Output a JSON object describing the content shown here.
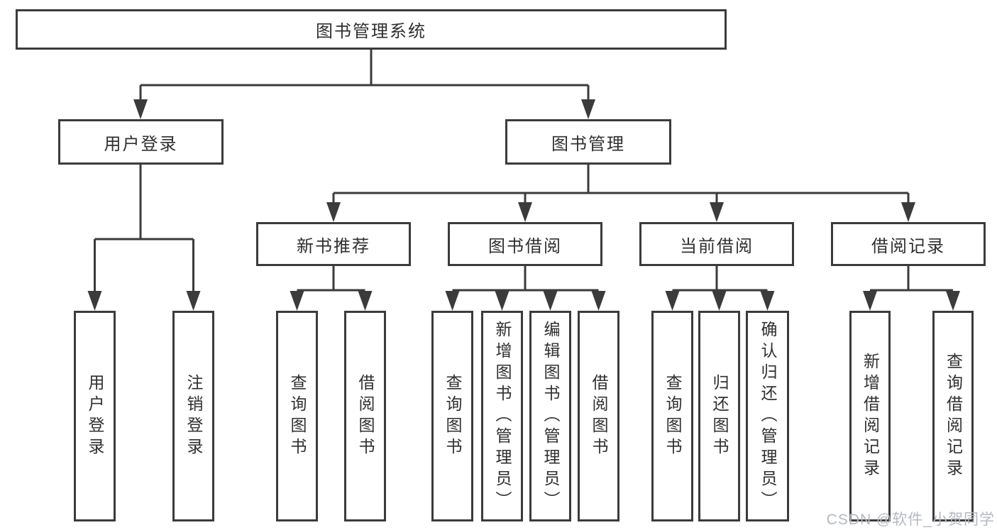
{
  "diagram": {
    "root": {
      "label": "图书管理系统"
    },
    "level2": [
      {
        "label": "用户登录"
      },
      {
        "label": "图书管理"
      }
    ],
    "level3": [
      {
        "label": "新书推荐"
      },
      {
        "label": "图书借阅"
      },
      {
        "label": "当前借阅"
      },
      {
        "label": "借阅记录"
      }
    ],
    "leaf_groups": [
      [
        "用户登录",
        "注销登录"
      ],
      [
        "查询图书",
        "借阅图书"
      ],
      [
        "查询图书",
        "新增图书（管理员）",
        "编辑图书（管理员）",
        "借阅图书"
      ],
      [
        "查询图书",
        "归还图书",
        "确认归还（管理员）"
      ],
      [
        "新增借阅记录",
        "查询借阅记录"
      ]
    ],
    "colors": {
      "line": "#3b3b3b",
      "text": "#2f2f2f",
      "watermark": "#b4b8bf",
      "background": "#ffffff"
    },
    "watermark": "CSDN @软件_小贺同学"
  }
}
